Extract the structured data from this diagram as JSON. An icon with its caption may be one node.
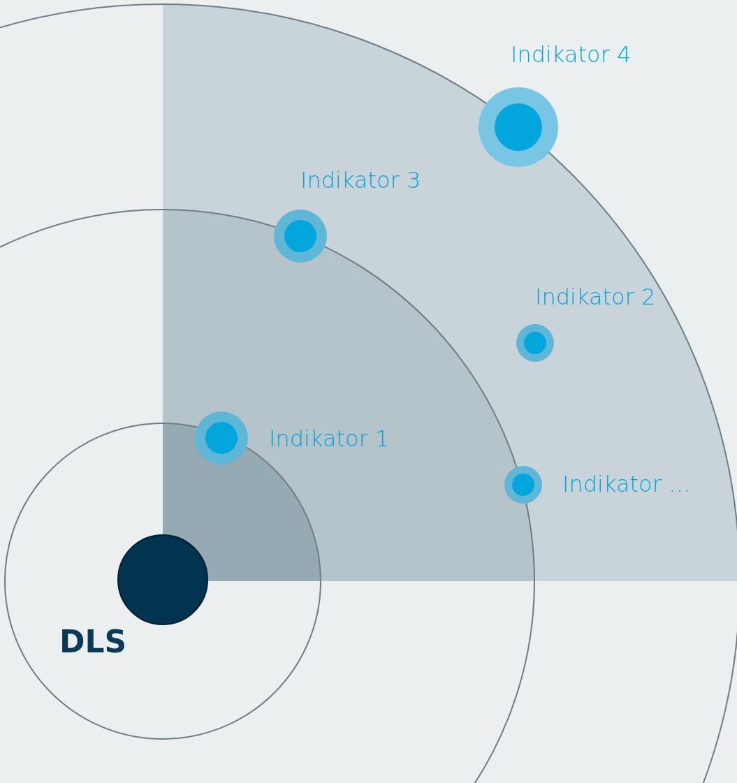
{
  "diagram": {
    "nodes": [
      {
        "text": [
          "DLS"
        ]
      },
      {
        "text": [
          "Indikator 4"
        ]
      },
      {
        "text": [
          "Indikator 3"
        ]
      },
      {
        "text": [
          "Indikator 2"
        ]
      },
      {
        "text": [
          "Indikator 1"
        ]
      },
      {
        "text": [
          "Indikator …"
        ]
      }
    ]
  }
}
